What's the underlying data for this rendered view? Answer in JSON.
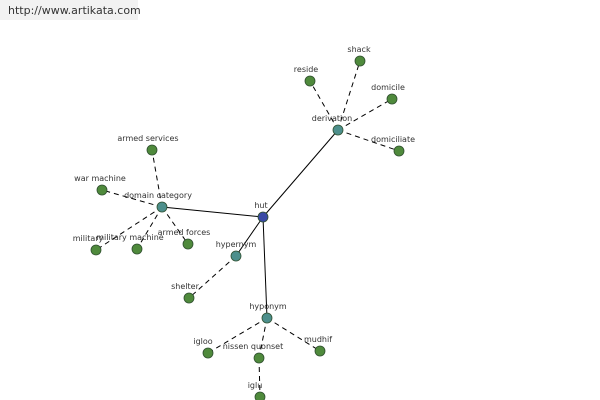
{
  "watermark": {
    "text": "http://www.artikata.com"
  },
  "colors": {
    "center_node": "#3a4aa5",
    "relation_node": "#4d8f8c",
    "leaf_node": "#4f8a3c"
  },
  "nodes": [
    {
      "id": "hut",
      "label": "hut",
      "kind": "center"
    },
    {
      "id": "derivation",
      "label": "derivation",
      "kind": "relation"
    },
    {
      "id": "domain_category",
      "label": "domain category",
      "kind": "relation"
    },
    {
      "id": "hypernym",
      "label": "hypernym",
      "kind": "relation"
    },
    {
      "id": "hyponym",
      "label": "hyponym",
      "kind": "relation"
    },
    {
      "id": "shack",
      "label": "shack",
      "kind": "leaf"
    },
    {
      "id": "reside",
      "label": "reside",
      "kind": "leaf"
    },
    {
      "id": "domicile",
      "label": "domicile",
      "kind": "leaf"
    },
    {
      "id": "domiciliate",
      "label": "domiciliate",
      "kind": "leaf"
    },
    {
      "id": "armed_services",
      "label": "armed services",
      "kind": "leaf"
    },
    {
      "id": "war_machine",
      "label": "war machine",
      "kind": "leaf"
    },
    {
      "id": "military",
      "label": "military",
      "kind": "leaf"
    },
    {
      "id": "military_machine",
      "label": "military machine",
      "kind": "leaf"
    },
    {
      "id": "armed_forces",
      "label": "armed forces",
      "kind": "leaf"
    },
    {
      "id": "shelter",
      "label": "shelter",
      "kind": "leaf"
    },
    {
      "id": "igloo",
      "label": "igloo",
      "kind": "leaf"
    },
    {
      "id": "nissen_quonset",
      "label": "nissen quonset",
      "kind": "leaf"
    },
    {
      "id": "mudhif",
      "label": "mudhif",
      "kind": "leaf"
    },
    {
      "id": "iglu",
      "label": "iglu",
      "kind": "leaf"
    }
  ],
  "edges": [
    {
      "from": "hut",
      "to": "derivation",
      "style": "solid"
    },
    {
      "from": "hut",
      "to": "domain_category",
      "style": "solid"
    },
    {
      "from": "hut",
      "to": "hypernym",
      "style": "solid"
    },
    {
      "from": "hut",
      "to": "hyponym",
      "style": "solid"
    },
    {
      "from": "derivation",
      "to": "shack",
      "style": "dashed"
    },
    {
      "from": "derivation",
      "to": "reside",
      "style": "dashed"
    },
    {
      "from": "derivation",
      "to": "domicile",
      "style": "dashed"
    },
    {
      "from": "derivation",
      "to": "domiciliate",
      "style": "dashed"
    },
    {
      "from": "domain_category",
      "to": "armed_services",
      "style": "dashed"
    },
    {
      "from": "domain_category",
      "to": "war_machine",
      "style": "dashed"
    },
    {
      "from": "domain_category",
      "to": "military",
      "style": "dashed"
    },
    {
      "from": "domain_category",
      "to": "military_machine",
      "style": "dashed"
    },
    {
      "from": "domain_category",
      "to": "armed_forces",
      "style": "dashed"
    },
    {
      "from": "hypernym",
      "to": "shelter",
      "style": "dashed"
    },
    {
      "from": "hyponym",
      "to": "igloo",
      "style": "dashed"
    },
    {
      "from": "hyponym",
      "to": "nissen_quonset",
      "style": "dashed"
    },
    {
      "from": "hyponym",
      "to": "mudhif",
      "style": "dashed"
    },
    {
      "from": "nissen_quonset",
      "to": "iglu",
      "style": "dashed"
    }
  ]
}
